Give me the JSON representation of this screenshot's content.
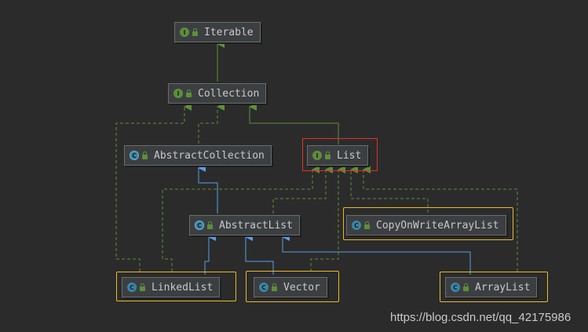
{
  "nodes": {
    "iterable": {
      "label": "Iterable",
      "kind": "interface",
      "badge": "I"
    },
    "collection": {
      "label": "Collection",
      "kind": "interface",
      "badge": "I"
    },
    "abstract_collection": {
      "label": "AbstractCollection",
      "kind": "abstract-class",
      "badge": "C"
    },
    "list": {
      "label": "List",
      "kind": "interface",
      "badge": "I"
    },
    "abstract_list": {
      "label": "AbstractList",
      "kind": "abstract-class",
      "badge": "C"
    },
    "copy_on_write_array_list": {
      "label": "CopyOnWriteArrayList",
      "kind": "class",
      "badge": "C"
    },
    "linked_list": {
      "label": "LinkedList",
      "kind": "class",
      "badge": "C"
    },
    "vector": {
      "label": "Vector",
      "kind": "class",
      "badge": "C"
    },
    "array_list": {
      "label": "ArrayList",
      "kind": "class",
      "badge": "C"
    }
  },
  "edges": [
    {
      "from": "collection",
      "to": "iterable",
      "type": "extends-interface"
    },
    {
      "from": "list",
      "to": "collection",
      "type": "extends-interface"
    },
    {
      "from": "abstract_collection",
      "to": "collection",
      "type": "implements"
    },
    {
      "from": "linked_list",
      "to": "collection",
      "type": "implements"
    },
    {
      "from": "abstract_list",
      "to": "abstract_collection",
      "type": "extends-class"
    },
    {
      "from": "abstract_list",
      "to": "list",
      "type": "implements"
    },
    {
      "from": "linked_list",
      "to": "list",
      "type": "implements"
    },
    {
      "from": "vector",
      "to": "list",
      "type": "implements"
    },
    {
      "from": "array_list",
      "to": "list",
      "type": "implements"
    },
    {
      "from": "copy_on_write_array_list",
      "to": "list",
      "type": "implements"
    },
    {
      "from": "linked_list",
      "to": "abstract_list",
      "type": "extends-class"
    },
    {
      "from": "vector",
      "to": "abstract_list",
      "type": "extends-class"
    },
    {
      "from": "array_list",
      "to": "abstract_list",
      "type": "extends-class"
    }
  ],
  "highlighted_red": [
    "list"
  ],
  "highlighted_yellow": [
    "copy_on_write_array_list",
    "linked_list",
    "vector",
    "array_list"
  ],
  "colors": {
    "background": "#2b2b2b",
    "interface_edge": "#5d8f3a",
    "class_edge": "#5a9de6",
    "highlight_red": "#e0302d",
    "highlight_yellow": "#e8b92a"
  },
  "watermark": "https://blog.csdn.net/qq_42175986"
}
